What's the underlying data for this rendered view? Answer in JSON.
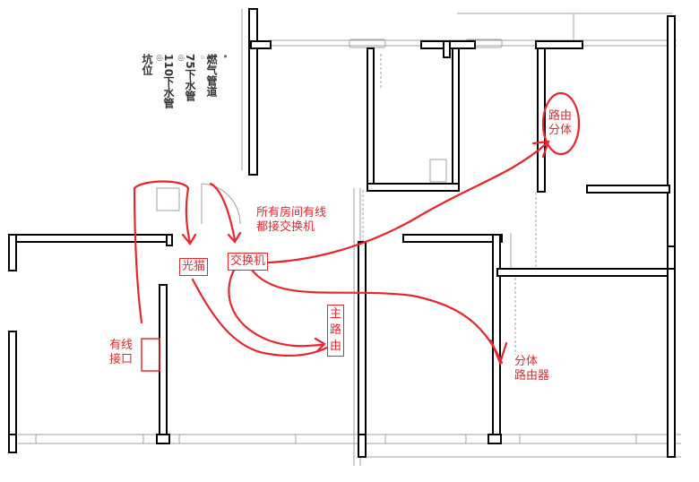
{
  "legend": [
    {
      "symbol": "•",
      "label": "燃气管道"
    },
    {
      "symbol": "◦",
      "label": "75下水管"
    },
    {
      "symbol": "◎",
      "label": "110下水管"
    },
    {
      "symbol": "◎",
      "label": "坑位"
    }
  ],
  "annotations": {
    "all_rooms_note": "所有房间有线\n都接交换机",
    "modem": "光猫",
    "switch": "交换机",
    "main_router": "主\n路\n由",
    "wired_port": "有线\n接口",
    "satellite_router": "分体\n路由器",
    "router_satellite": "路由\n分体"
  },
  "colors": {
    "annotation": "#e8262b",
    "wall": "#000000",
    "plan_line": "#9a9a9a"
  }
}
